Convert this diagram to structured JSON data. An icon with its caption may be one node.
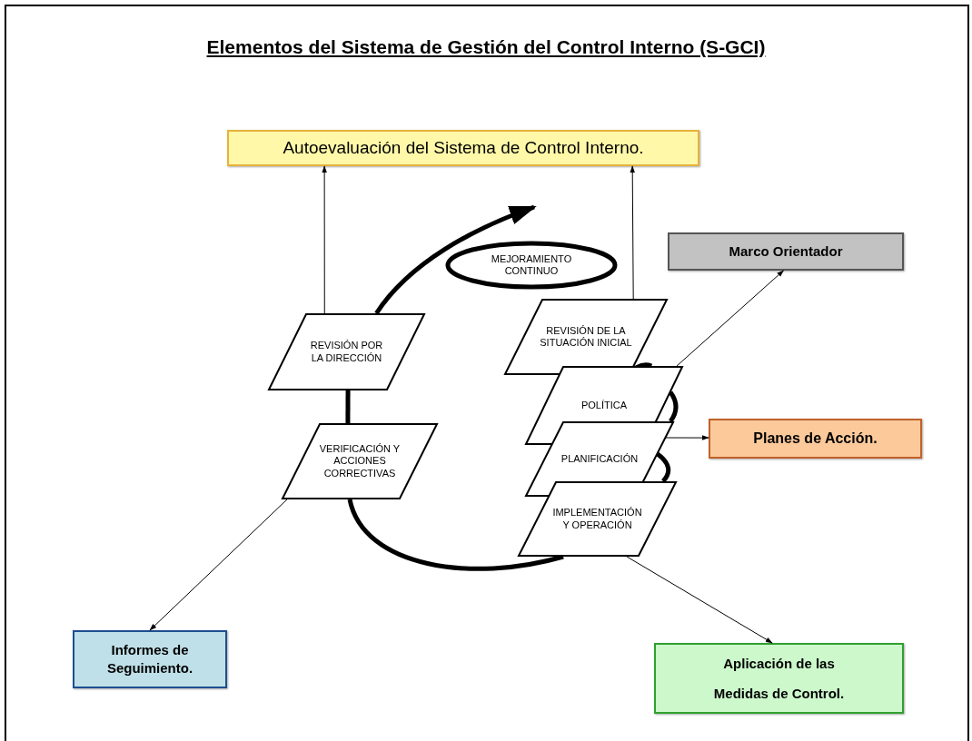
{
  "diagram": {
    "title": "Elementos del Sistema de Gestión del Control Interno (S-GCI)",
    "nodes": [
      {
        "text": [
          "Autoevaluación del Sistema de Control Interno."
        ]
      },
      {
        "text": [
          "Marco Orientador"
        ]
      },
      {
        "text": [
          "MEJORAMIENTO CONTINUO"
        ]
      },
      {
        "text": [
          "REVISIÓN POR LA DIRECCIÓN"
        ]
      },
      {
        "text": [
          "REVISIÓN DE LA SITUACIÓN INICIAL"
        ]
      },
      {
        "text": [
          "POLÍTICA"
        ]
      },
      {
        "text": [
          "Planes de Acción."
        ]
      },
      {
        "text": [
          "PLANIFICACIÓN"
        ]
      },
      {
        "text": [
          "VERIFICACIÓN Y ACCIONES CORRECTIVAS"
        ]
      },
      {
        "text": [
          "IMPLEMENTACIÓN Y OPERACIÓN"
        ]
      },
      {
        "text": [
          "Informes de Seguimiento."
        ]
      },
      {
        "text": [
          "Aplicación de las Medidas de Control."
        ]
      }
    ],
    "edges": [
      {
        "from": 3,
        "to": 0,
        "arrow": "to"
      },
      {
        "from": 4,
        "to": 0,
        "arrow": "to"
      },
      {
        "from": 5,
        "to": 1,
        "arrow": "to"
      },
      {
        "from": 7,
        "to": 6,
        "arrow": "to"
      },
      {
        "from": 8,
        "to": 10,
        "arrow": "to"
      },
      {
        "from": 9,
        "to": 11,
        "arrow": "to"
      },
      {
        "from": 8,
        "to": 3,
        "arrow": "none",
        "style": "thick"
      },
      {
        "from": 9,
        "to": 8,
        "arrow": "none",
        "style": "thick"
      },
      {
        "from": 4,
        "to": 5,
        "arrow": "none",
        "style": "thick"
      },
      {
        "from": 5,
        "to": 7,
        "arrow": "none",
        "style": "thick"
      },
      {
        "from": 7,
        "to": 9,
        "arrow": "none",
        "style": "thick"
      },
      {
        "from": 3,
        "to": null,
        "arrow": "to",
        "style": "thick"
      }
    ]
  }
}
